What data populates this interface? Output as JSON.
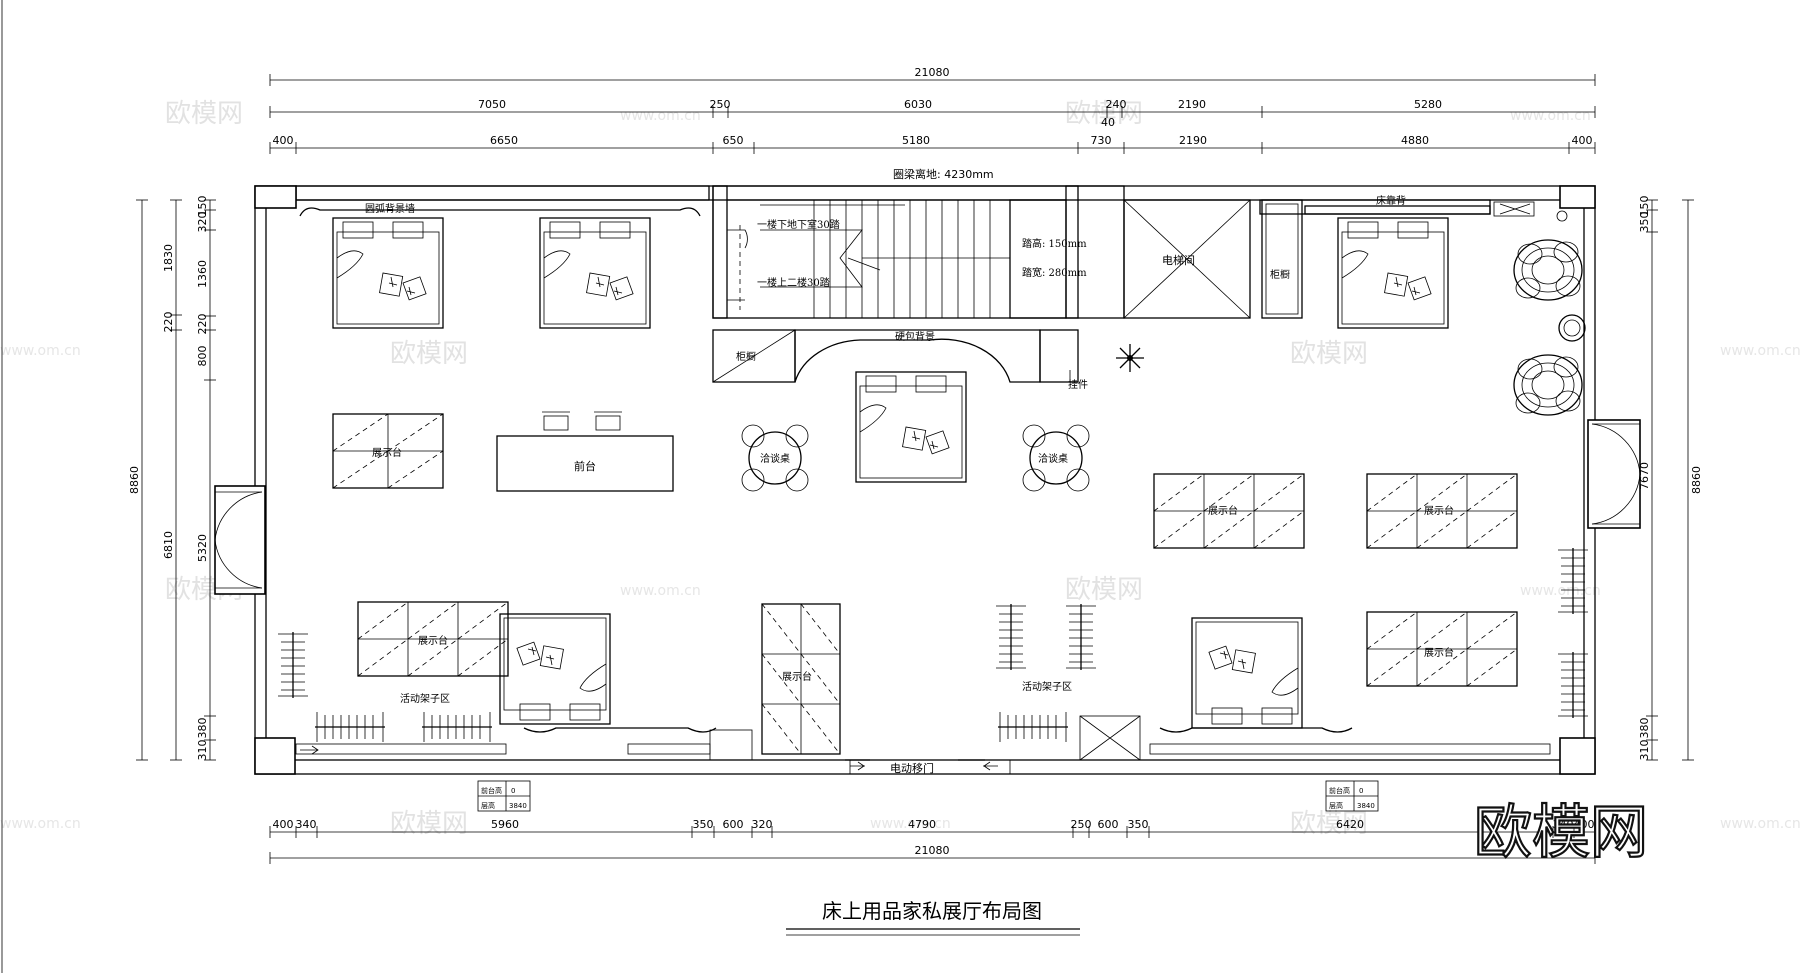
{
  "title": "床上用品家私展厅布局图",
  "watermark": {
    "brand": "欧模网",
    "url": "www.om.cn"
  },
  "beam_note": "圈梁离地: 4230mm",
  "stair": {
    "down_label": "一楼下地下室30踏",
    "up_label": "一楼上二楼30踏",
    "riser": "踏高: 150mm",
    "tread": "踏宽: 280mm"
  },
  "rooms": {
    "elevator": "电梯间",
    "arc_wall": "圆弧背景墙",
    "bed_back": "床靠背",
    "bed_back2": "硬包背景",
    "hanging": "挂件",
    "door": "电动移门"
  },
  "labels": {
    "display": "展示台",
    "reception": "前台",
    "talk_table": "洽谈桌",
    "cabinet": "柜橱",
    "rack_zone": "活动架子区"
  },
  "dims": {
    "top_total": "21080",
    "top_mid": [
      "7050",
      "250",
      "6030",
      "240",
      "2190",
      "5280"
    ],
    "top_mid_extra": "40",
    "top_inner": [
      "400",
      "6650",
      "650",
      "5180",
      "730",
      "2190",
      "4880",
      "400"
    ],
    "bottom_inner": [
      "400",
      "340",
      "5960",
      "350",
      "600",
      "320",
      "4790",
      "250",
      "600",
      "350",
      "6420",
      "340",
      "400"
    ],
    "bottom_total": "21080",
    "left_outer": "8860",
    "left_mid": [
      "1830",
      "220",
      "6810"
    ],
    "left_inner": [
      "150",
      "320",
      "1360",
      "220",
      "800",
      "5320",
      "380",
      "310"
    ],
    "right_outer": "8860",
    "right_mid": [
      "150",
      "350",
      "7670",
      "380",
      "310"
    ]
  },
  "legend_boxes": [
    {
      "r1k": "前台高",
      "r1v": "0",
      "r2k": "层高",
      "r2v": "3840"
    },
    {
      "r1k": "前台高",
      "r1v": "0",
      "r2k": "层高",
      "r2v": "3840"
    }
  ]
}
